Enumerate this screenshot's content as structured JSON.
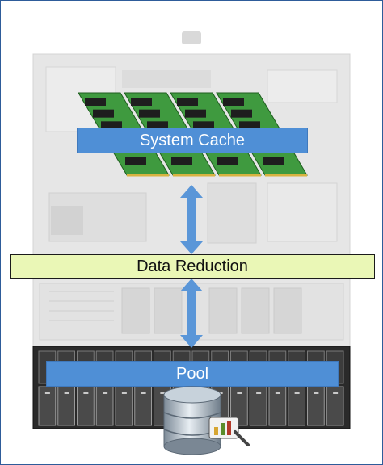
{
  "diagram": {
    "labels": {
      "system_cache": "System Cache",
      "data_reduction": "Data Reduction",
      "pool": "Pool"
    },
    "colors": {
      "label_bar_blue": "#4f8fd6",
      "data_reduction_fill": "#eaf7b6",
      "arrow": "#5a96d8",
      "memory_pcb": "#3f9a3f",
      "frame_border": "#2e5c9a"
    },
    "icons": {
      "memory": "memory-module-icon",
      "database": "database-icon",
      "arrow": "double-arrow-icon",
      "drive": "drive-bay-icon"
    },
    "memory_module_count": 4,
    "drive_bay_count": 16
  }
}
